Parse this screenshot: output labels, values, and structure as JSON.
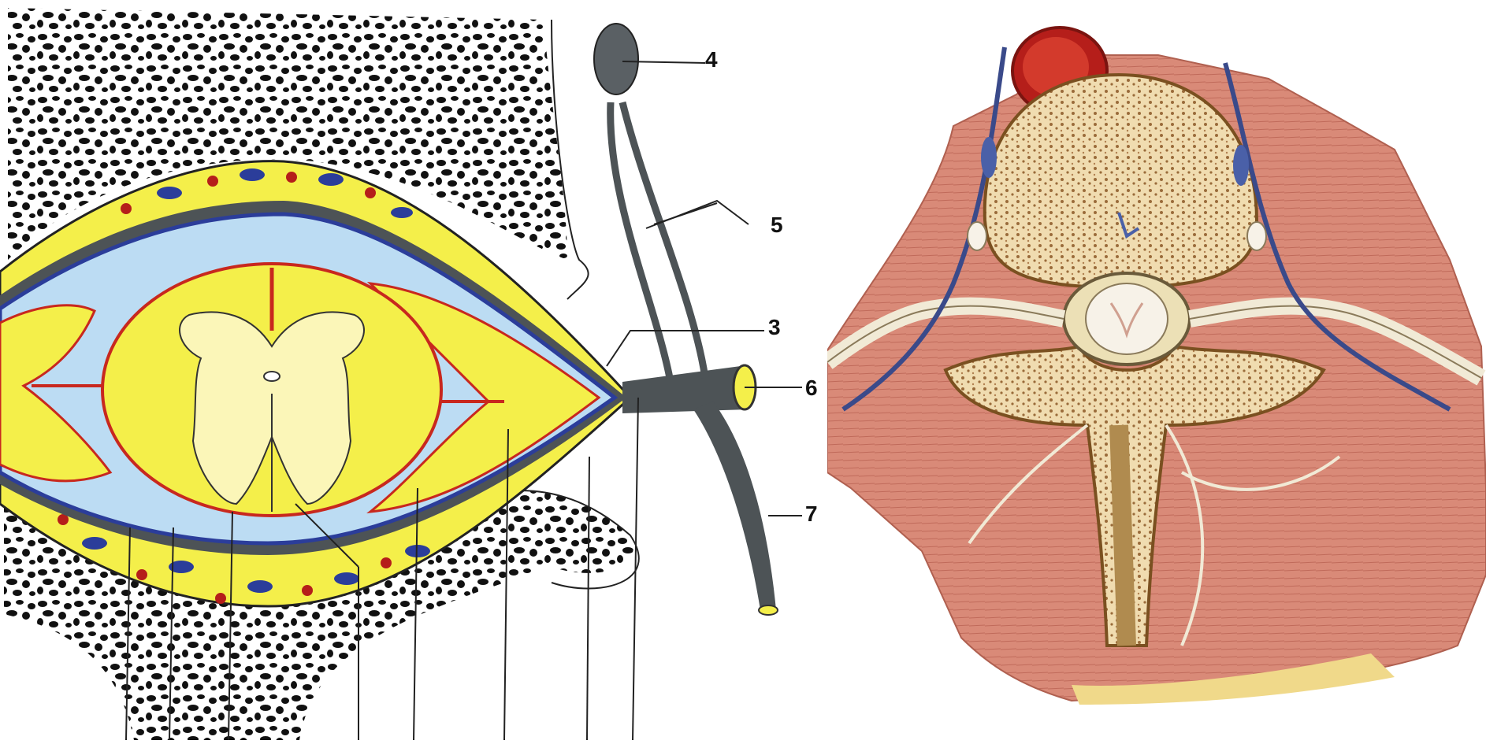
{
  "left_diagram": {
    "labels": [
      {
        "id": "4",
        "text": "4"
      },
      {
        "id": "5",
        "text": "5"
      },
      {
        "id": "3",
        "text": "3"
      },
      {
        "id": "6",
        "text": "6"
      },
      {
        "id": "7",
        "text": "7"
      }
    ]
  },
  "colors": {
    "bone_dots": "#111111",
    "fat_yellow": "#f4ef4a",
    "csf_blue": "#bcdcf3",
    "dura_blue": "#2b3d9a",
    "pia_red": "#c8281e",
    "nerve_gray": "#4d5356",
    "muscle_pink": "#d98a78",
    "bone_beige": "#f0dcb0",
    "artery_red": "#b51e1a"
  }
}
